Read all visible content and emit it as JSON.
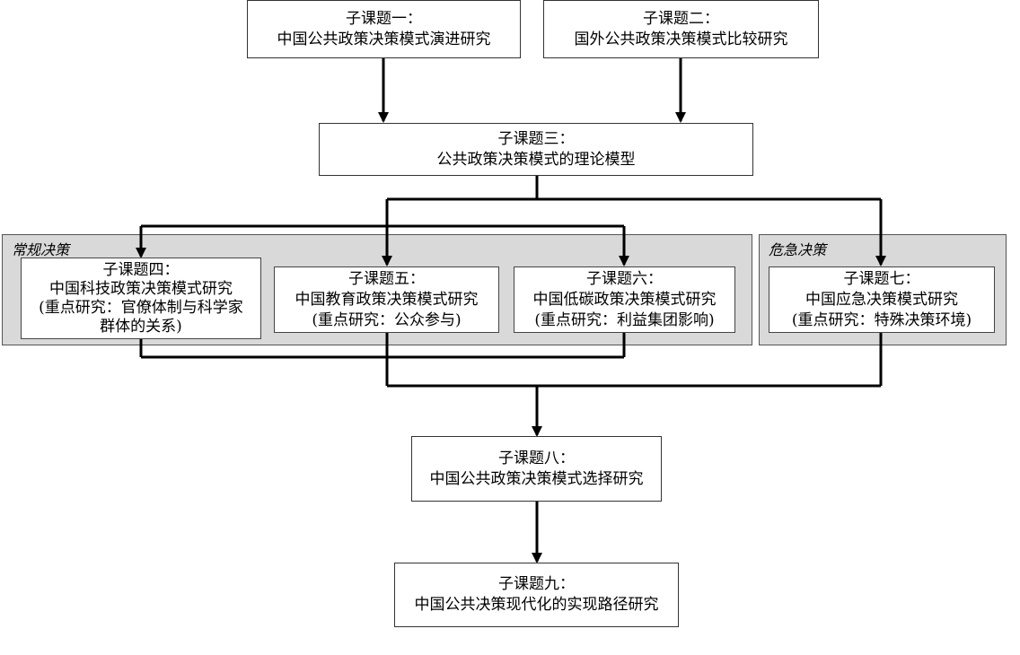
{
  "groups": {
    "routine": "常规决策",
    "emergency": "危急决策"
  },
  "topics": {
    "t1": {
      "title": "子课题一：",
      "lines": [
        "中国公共政策决策模式演进研究"
      ]
    },
    "t2": {
      "title": "子课题二：",
      "lines": [
        "国外公共政策决策模式比较研究"
      ]
    },
    "t3": {
      "title": "子课题三：",
      "lines": [
        "公共政策决策模式的理论模型"
      ]
    },
    "t4": {
      "title": "子课题四：",
      "lines": [
        "中国科技政策决策模式研究",
        "(重点研究：官僚体制与科学家",
        "群体的关系)"
      ]
    },
    "t5": {
      "title": "子课题五：",
      "lines": [
        "中国教育政策决策模式研究",
        "(重点研究：公众参与)"
      ]
    },
    "t6": {
      "title": "子课题六：",
      "lines": [
        "中国低碳政策决策模式研究",
        "(重点研究：利益集团影响)"
      ]
    },
    "t7": {
      "title": "子课题七：",
      "lines": [
        "中国应急决策模式研究",
        "(重点研究：特殊决策环境)"
      ]
    },
    "t8": {
      "title": "子课题八：",
      "lines": [
        "中国公共政策决策模式选择研究"
      ]
    },
    "t9": {
      "title": "子课题九：",
      "lines": [
        "中国公共决策现代化的实现路径研究"
      ]
    }
  }
}
